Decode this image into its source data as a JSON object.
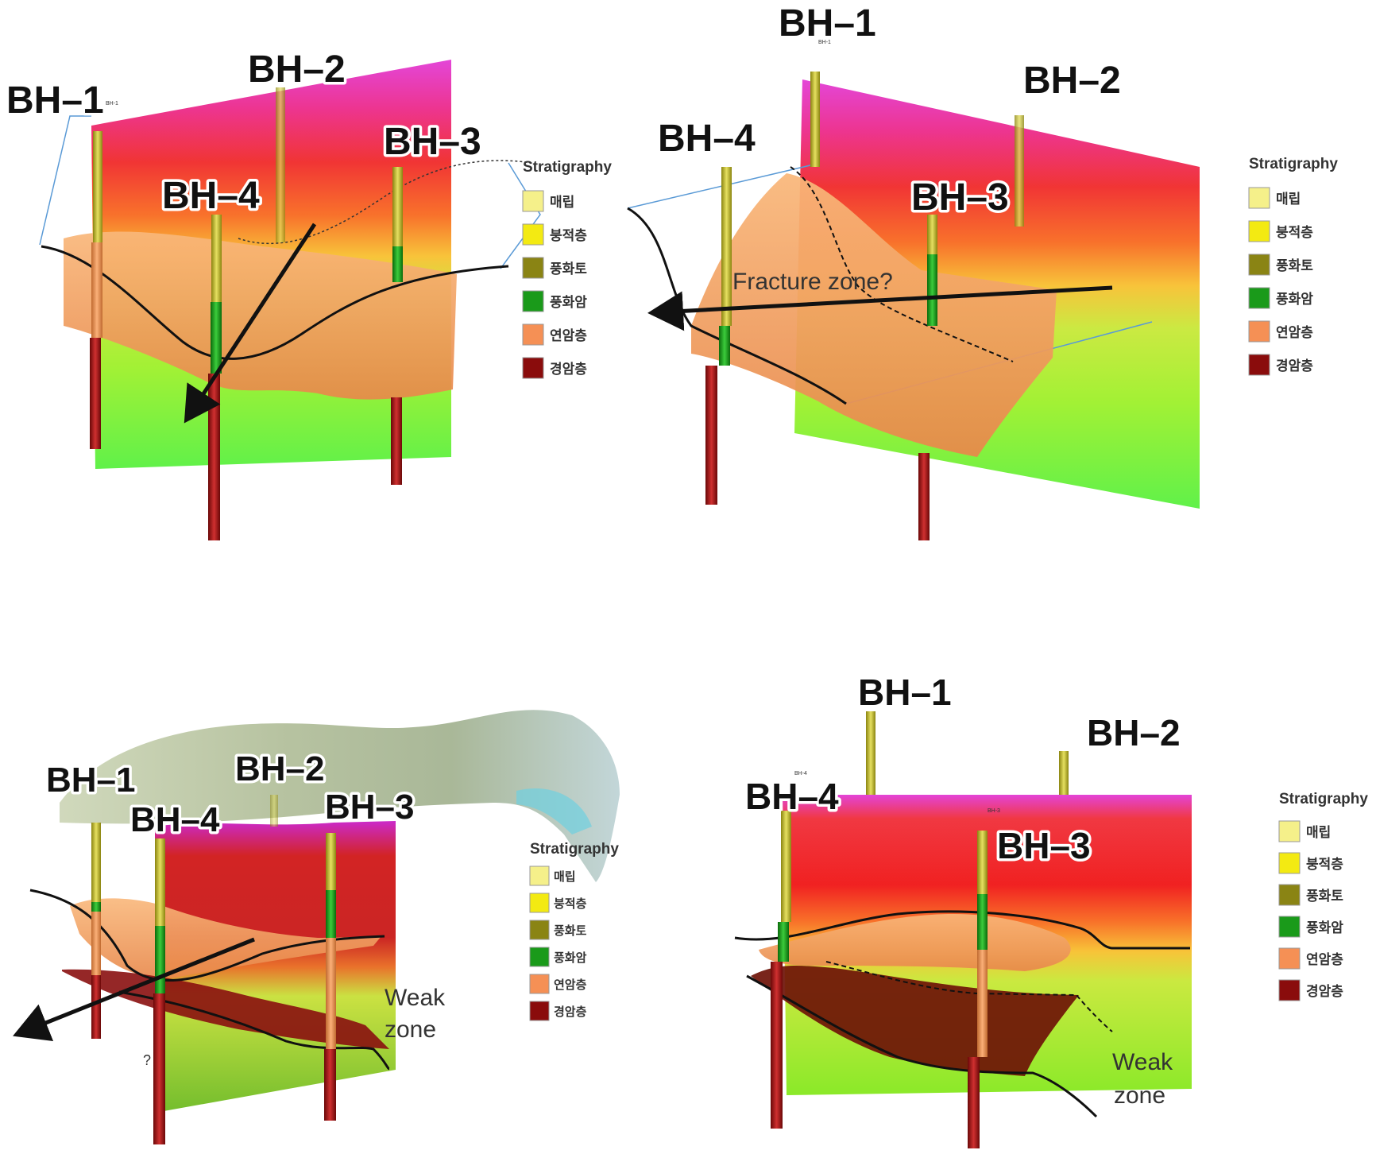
{
  "panels": {
    "top_left": {
      "boreholes": [
        "BH–1",
        "BH–2",
        "BH–3",
        "BH–4"
      ],
      "small_tags": [
        "BH-1"
      ]
    },
    "top_right": {
      "boreholes": [
        "BH–1",
        "BH–2",
        "BH–3",
        "BH–4"
      ],
      "small_tags": [
        "BH-1"
      ],
      "annotation": "Fracture zone?"
    },
    "bottom_left": {
      "boreholes": [
        "BH–1",
        "BH–2",
        "BH–3",
        "BH–4"
      ],
      "annotation_line1": "Weak",
      "annotation_line2": "zone",
      "question": "?"
    },
    "bottom_right": {
      "boreholes": [
        "BH–1",
        "BH–2",
        "BH–3",
        "BH–4"
      ],
      "small_tags": [
        "BH-4",
        "BH-3"
      ],
      "annotation_line1": "Weak",
      "annotation_line2": "zone"
    }
  },
  "legend": {
    "title": "Stratigraphy",
    "items": [
      {
        "label": "매립",
        "color": "#f5f08a"
      },
      {
        "label": "붕적층",
        "color": "#f3ea12"
      },
      {
        "label": "풍화토",
        "color": "#8a8414"
      },
      {
        "label": "풍화암",
        "color": "#1a9a1a"
      },
      {
        "label": "연암층",
        "color": "#f59055"
      },
      {
        "label": "경암층",
        "color": "#8a0c0c"
      }
    ]
  }
}
